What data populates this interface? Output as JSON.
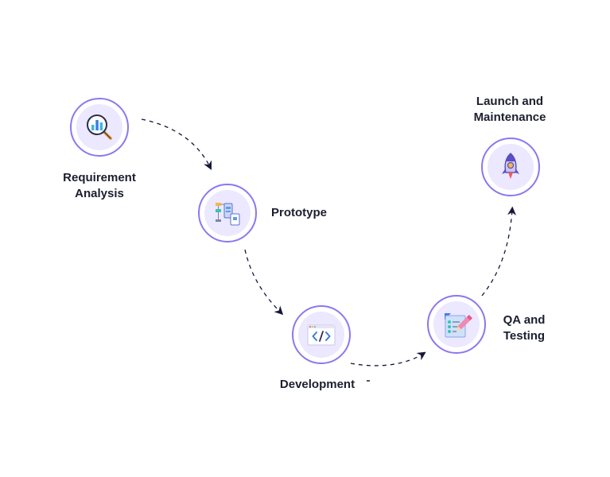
{
  "colors": {
    "ring": "#8b78ef",
    "fill": "#ece8ff",
    "arrow": "#15173a",
    "text": "#1b1f2e"
  },
  "stages": [
    {
      "lines": [
        "Requirement",
        "Analysis"
      ],
      "icon": "magnifier-chart-icon"
    },
    {
      "lines": [
        "Prototype"
      ],
      "icon": "flowchart-devices-icon"
    },
    {
      "lines": [
        "Development"
      ],
      "icon": "code-window-icon"
    },
    {
      "lines": [
        "QA and",
        "Testing"
      ],
      "icon": "checklist-pencil-icon"
    },
    {
      "lines": [
        "Launch and",
        "Maintenance"
      ],
      "icon": "rocket-icon"
    }
  ]
}
